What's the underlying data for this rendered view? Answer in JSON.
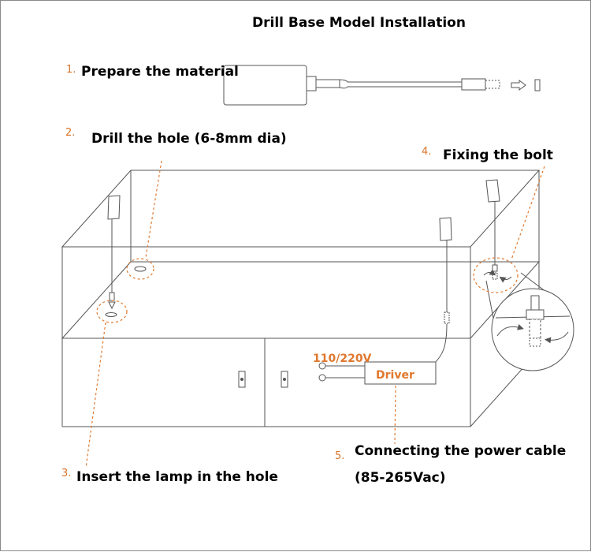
{
  "title": "Drill Base Model Installation",
  "steps": [
    {
      "num": "1.",
      "text": "Prepare the material"
    },
    {
      "num": "2.",
      "text": "Drill the hole (6-8mm dia)"
    },
    {
      "num": "3.",
      "text": "Insert the lamp in the hole"
    },
    {
      "num": "4.",
      "text": "Fixing the bolt"
    },
    {
      "num": "5.",
      "text": "Connecting the power cable",
      "text2": "(85-265Vac)"
    }
  ],
  "labels": {
    "voltage": "110/220V",
    "driver": "Driver"
  },
  "colors": {
    "line": "#555555",
    "accent": "#e0782e",
    "dashed": "#e07a30"
  }
}
